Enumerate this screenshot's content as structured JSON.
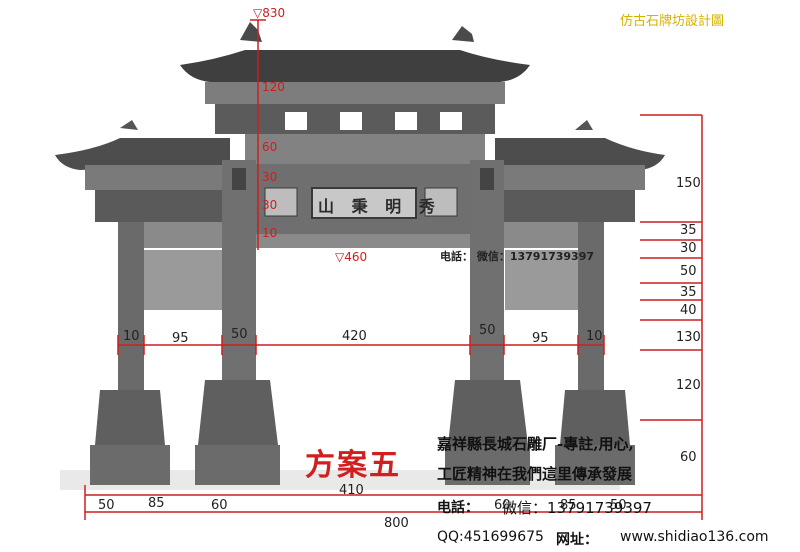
{
  "title": "仿古石牌坊設計圖",
  "plaque_text": "山 秉 明 秀",
  "plan_label": "方案五",
  "description": {
    "line1": "嘉祥縣長城石雕厂-專註,用心,",
    "line2": "工匠精神在我們這里傳承發展"
  },
  "contact": {
    "phone_label": "电話：",
    "wechat": "微信：13791739397",
    "qq": "QQ:451699675",
    "site_label": "网址：",
    "site": "www.shidiao136.com"
  },
  "overlay_contact": "电話：  微信：13791739397",
  "dimensions": {
    "top_height": "▽830",
    "left_column": [
      "120",
      "60",
      "30",
      "30",
      "10"
    ],
    "mid_height": "▽460",
    "right_column": [
      "150",
      "35",
      "30",
      "50",
      "35",
      "40",
      "130",
      "120",
      "60"
    ],
    "span_top": [
      "10",
      "95",
      "50",
      "420",
      "50",
      "95",
      "10"
    ],
    "span_bottom": [
      "50",
      "85",
      "60",
      "410",
      "60",
      "85",
      "50"
    ],
    "total": "800"
  },
  "colors": {
    "stone": "#6e6e6e",
    "stone_dark": "#3e3e3e",
    "stone_light": "#b8b8b8",
    "dimension_line": "#cc1f1f",
    "plan_red": "#d11f1f",
    "title_yellow": "#d4b300"
  }
}
